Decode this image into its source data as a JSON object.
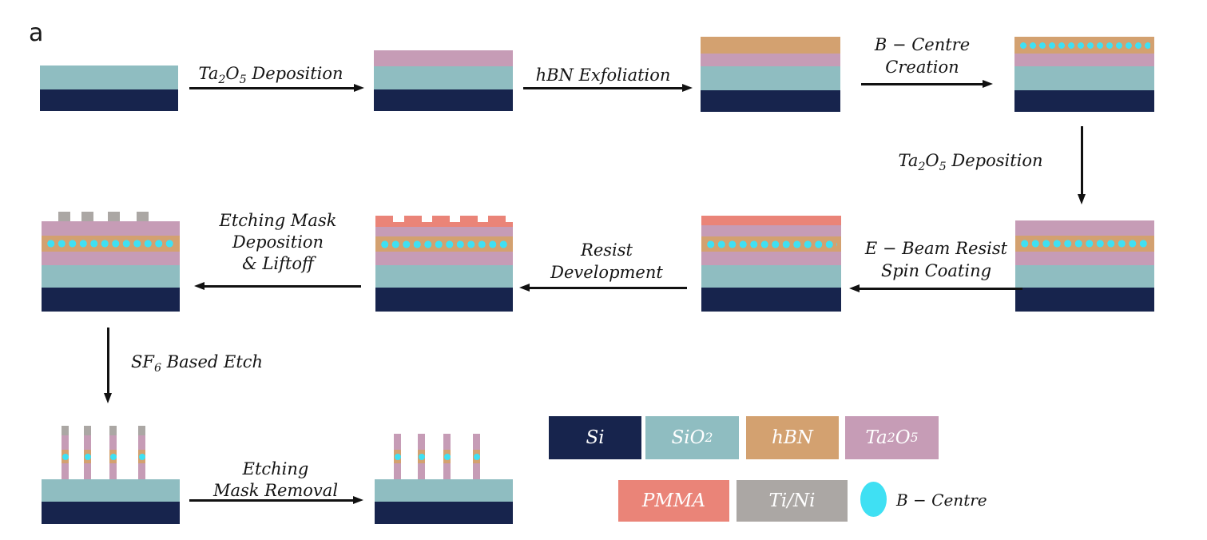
{
  "figure_label": "a",
  "palette": {
    "si": "#17244d",
    "sio2": "#8fbdc1",
    "hbn": "#d3a170",
    "ta2o5": "#c69cb6",
    "pmma": "#ea8478",
    "tini": "#aba7a4",
    "b_centre": "#3fe0f3"
  },
  "steps": {
    "ta2o5_deposition_1": {
      "t1": "Ta",
      "sub1": "2",
      "t2": "O",
      "sub2": "5",
      "t3": " Deposition"
    },
    "hbn_exfoliation": {
      "t1": "hBN Exfoliation"
    },
    "b_centre_creation": {
      "line1": "B − Centre",
      "line2": "Creation"
    },
    "ta2o5_deposition_2": {
      "t1": "Ta",
      "sub1": "2",
      "t2": "O",
      "sub2": "5",
      "t3": " Deposition"
    },
    "ebeam_resist": {
      "line1": "E − Beam Resist",
      "line2": "Spin Coating"
    },
    "resist_development": {
      "line1": "Resist",
      "line2": "Development"
    },
    "etching_mask": {
      "line1": "Etching Mask",
      "line2": "Deposition",
      "line3": "& Liftoff"
    },
    "sf6_etch": {
      "t1": "SF",
      "sub1": "6",
      "t2": " Based Etch"
    },
    "mask_removal": {
      "line1": "Etching",
      "line2": "Mask Removal"
    }
  },
  "legend": {
    "si": {
      "t1": "Si"
    },
    "sio2": {
      "t1": "SiO",
      "sub1": "2"
    },
    "hbn": {
      "t1": "hBN"
    },
    "ta2o5": {
      "t1": "Ta",
      "sub1": "2",
      "t2": "O",
      "sub2": "5"
    },
    "pmma": {
      "t1": "PMMA"
    },
    "tini": {
      "t1": "Ti/Ni"
    },
    "b_centre": {
      "t1": "B − Centre"
    }
  }
}
